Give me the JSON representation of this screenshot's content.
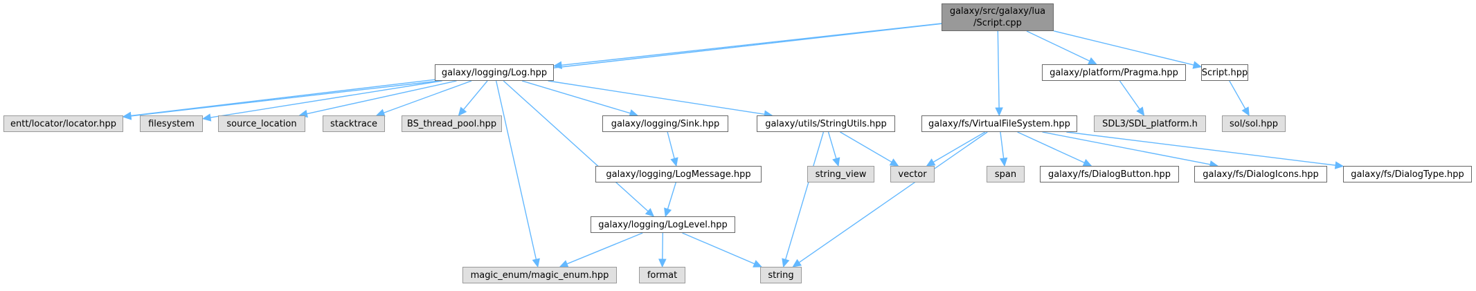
{
  "diagram": {
    "type": "include-dependency-graph",
    "colors": {
      "edge": "#63b8ff",
      "root_fill": "#999999",
      "internal_fill": "#ffffff",
      "external_fill": "#e0e0e0",
      "border": "#666666"
    },
    "nodes": {
      "root": {
        "label": "galaxy/src/galaxy/lua\n/Script.cpp",
        "kind": "root"
      },
      "log": {
        "label": "galaxy/logging/Log.hpp",
        "kind": "internal"
      },
      "pragma": {
        "label": "galaxy/platform/Pragma.hpp",
        "kind": "internal"
      },
      "script_hpp": {
        "label": "Script.hpp",
        "kind": "internal"
      },
      "locator": {
        "label": "entt/locator/locator.hpp",
        "kind": "external"
      },
      "filesystem": {
        "label": "filesystem",
        "kind": "external"
      },
      "source_location": {
        "label": "source_location",
        "kind": "external"
      },
      "stacktrace": {
        "label": "stacktrace",
        "kind": "external"
      },
      "bs_thread_pool": {
        "label": "BS_thread_pool.hpp",
        "kind": "external"
      },
      "sink": {
        "label": "galaxy/logging/Sink.hpp",
        "kind": "internal"
      },
      "stringutils": {
        "label": "galaxy/utils/StringUtils.hpp",
        "kind": "internal"
      },
      "vfs": {
        "label": "galaxy/fs/VirtualFileSystem.hpp",
        "kind": "internal"
      },
      "sdl_platform": {
        "label": "SDL3/SDL_platform.h",
        "kind": "external"
      },
      "sol": {
        "label": "sol/sol.hpp",
        "kind": "external"
      },
      "logmessage": {
        "label": "galaxy/logging/LogMessage.hpp",
        "kind": "internal"
      },
      "string_view": {
        "label": "string_view",
        "kind": "external"
      },
      "vector": {
        "label": "vector",
        "kind": "external"
      },
      "span": {
        "label": "span",
        "kind": "external"
      },
      "dialogbutton": {
        "label": "galaxy/fs/DialogButton.hpp",
        "kind": "internal"
      },
      "dialogicons": {
        "label": "galaxy/fs/DialogIcons.hpp",
        "kind": "internal"
      },
      "dialogtype": {
        "label": "galaxy/fs/DialogType.hpp",
        "kind": "internal"
      },
      "loglevel": {
        "label": "galaxy/logging/LogLevel.hpp",
        "kind": "internal"
      },
      "magic_enum": {
        "label": "magic_enum/magic_enum.hpp",
        "kind": "external"
      },
      "format": {
        "label": "format",
        "kind": "external"
      },
      "string": {
        "label": "string",
        "kind": "external"
      }
    },
    "edges": [
      [
        "root",
        "locator"
      ],
      [
        "root",
        "log"
      ],
      [
        "root",
        "vfs"
      ],
      [
        "root",
        "pragma"
      ],
      [
        "root",
        "script_hpp"
      ],
      [
        "log",
        "locator"
      ],
      [
        "log",
        "filesystem"
      ],
      [
        "log",
        "source_location"
      ],
      [
        "log",
        "stacktrace"
      ],
      [
        "log",
        "bs_thread_pool"
      ],
      [
        "log",
        "magic_enum"
      ],
      [
        "log",
        "loglevel"
      ],
      [
        "log",
        "sink"
      ],
      [
        "log",
        "stringutils"
      ],
      [
        "sink",
        "logmessage"
      ],
      [
        "logmessage",
        "loglevel"
      ],
      [
        "loglevel",
        "magic_enum"
      ],
      [
        "loglevel",
        "format"
      ],
      [
        "loglevel",
        "string"
      ],
      [
        "stringutils",
        "string"
      ],
      [
        "stringutils",
        "string_view"
      ],
      [
        "stringutils",
        "vector"
      ],
      [
        "vfs",
        "vector"
      ],
      [
        "vfs",
        "string"
      ],
      [
        "vfs",
        "span"
      ],
      [
        "vfs",
        "dialogbutton"
      ],
      [
        "vfs",
        "dialogicons"
      ],
      [
        "vfs",
        "dialogtype"
      ],
      [
        "pragma",
        "sdl_platform"
      ],
      [
        "script_hpp",
        "sol"
      ]
    ]
  }
}
